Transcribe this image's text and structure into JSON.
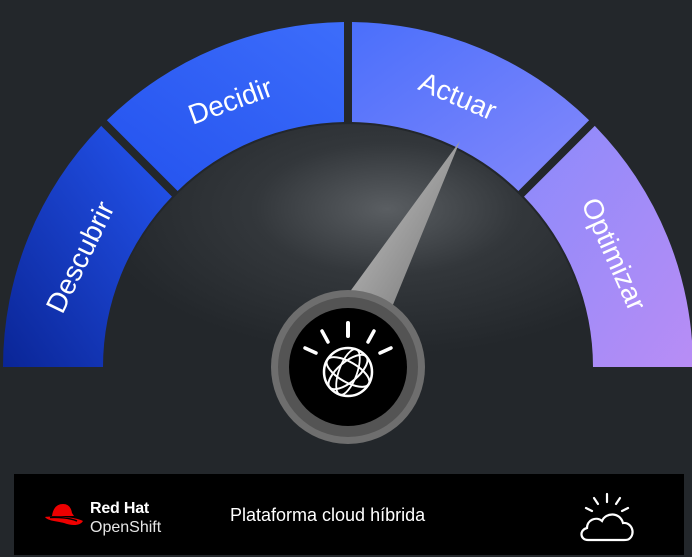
{
  "stages": [
    {
      "label": "Descubrir",
      "color_start": "#0b2fa8",
      "color_end": "#2255f0"
    },
    {
      "label": "Decidir",
      "color_start": "#2a5cf0",
      "color_end": "#3b6cfb"
    },
    {
      "label": "Actuar",
      "color_start": "#4f74fa",
      "color_end": "#7a86fb"
    },
    {
      "label": "Optimizar",
      "color_start": "#8d8bfb",
      "color_end": "#b28cf7"
    }
  ],
  "needle": {
    "points_to": "Actuar"
  },
  "hub": {
    "icon": "ibm-watson-icon"
  },
  "footer": {
    "brand_line1": "Red Hat",
    "brand_line2": "OpenShift",
    "label": "Plataforma cloud híbrida",
    "cloud_icon": "cloud-sun-icon"
  },
  "colors": {
    "background": "#23272b",
    "footer_bg": "#000000",
    "red_hat_red": "#ee0000",
    "hub_ring": "#6f6f6f"
  }
}
